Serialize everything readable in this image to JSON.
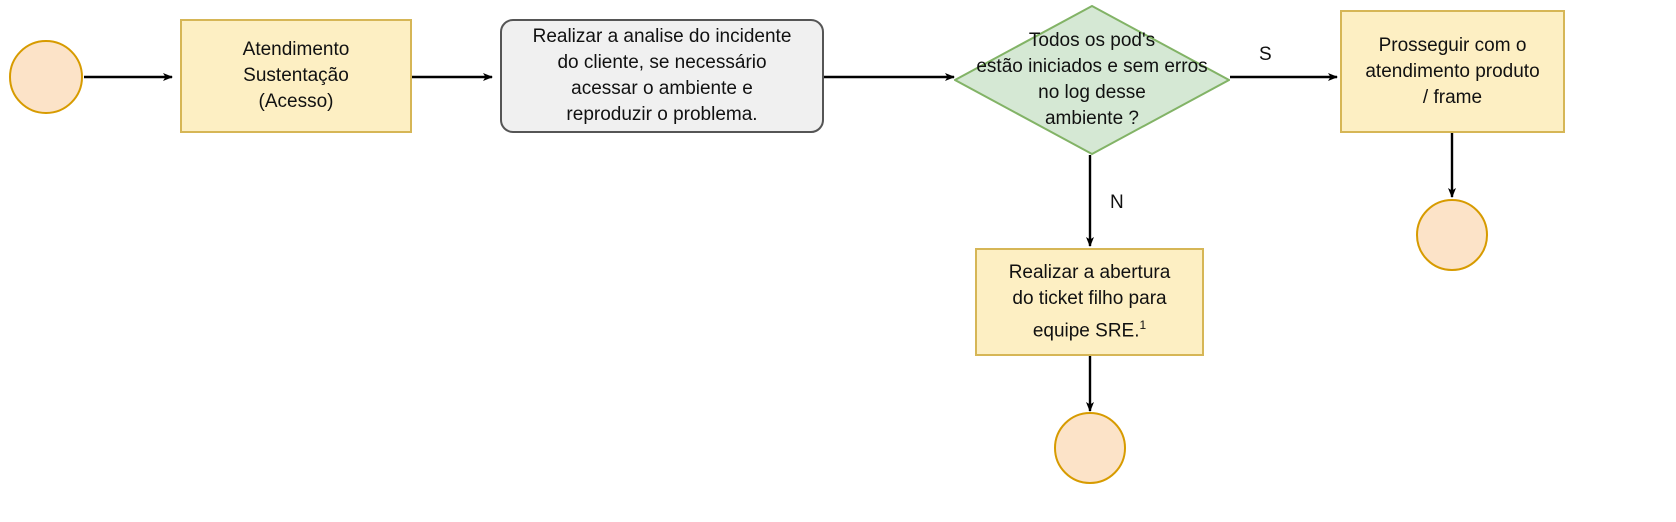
{
  "diagram": {
    "type": "flowchart",
    "title": "Fluxo de Atendimento Sustentacao",
    "background": "#ffffff",
    "colors": {
      "process_fill": "#fdefc3",
      "process_stroke": "#d6b656",
      "terminator_fill": "#fce3c8",
      "terminator_stroke": "#d79b00",
      "decision_fill": "#d5e8d4",
      "decision_stroke": "#82b366",
      "rounded_fill": "#f0f0f0",
      "rounded_stroke": "#555555",
      "edge_stroke": "#000000",
      "text": "#111111"
    }
  },
  "nodes": {
    "start": {
      "label": "",
      "shape": "circle"
    },
    "atendimento": {
      "label": "Atendimento\nSustentação\n(Acesso)",
      "shape": "rectangle"
    },
    "analise": {
      "label": "Realizar a analise do incidente\ndo cliente, se necessário\nacessar o ambiente e\nreproduzir o problema.",
      "shape": "rounded-rectangle"
    },
    "decisao": {
      "label": "Todos os pod's\nestão iniciados e sem erros\nno log desse\nambiente ?",
      "shape": "diamond"
    },
    "prosseguir": {
      "label": "Prosseguir com o\natendimento produto\n/ frame",
      "shape": "rectangle"
    },
    "ticket_sre": {
      "label_main": "Realizar a abertura\ndo ticket filho para\nequipe SRE.",
      "label_superscript": "1",
      "shape": "rectangle"
    },
    "end_right": {
      "label": "",
      "shape": "circle"
    },
    "end_bottom": {
      "label": "",
      "shape": "circle"
    }
  },
  "edges": [
    {
      "from": "start",
      "to": "atendimento",
      "label": ""
    },
    {
      "from": "atendimento",
      "to": "analise",
      "label": ""
    },
    {
      "from": "analise",
      "to": "decisao",
      "label": ""
    },
    {
      "from": "decisao",
      "to": "prosseguir",
      "label": "S"
    },
    {
      "from": "decisao",
      "to": "ticket_sre",
      "label": "N"
    },
    {
      "from": "prosseguir",
      "to": "end_right",
      "label": ""
    },
    {
      "from": "ticket_sre",
      "to": "end_bottom",
      "label": ""
    }
  ],
  "edge_labels": {
    "yes": "S",
    "no": "N"
  }
}
